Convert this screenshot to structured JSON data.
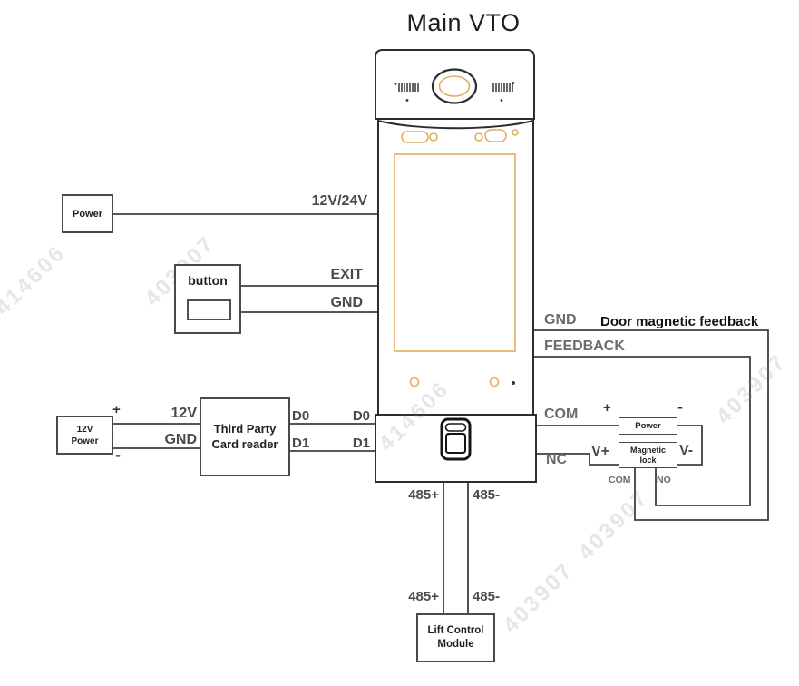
{
  "title": "Main VTO",
  "boxes": {
    "power_left": {
      "label": "Power"
    },
    "button": {
      "label": "button"
    },
    "power_12v": {
      "line1": "12V",
      "line2": "Power"
    },
    "card_reader": {
      "line1": "Third Party",
      "line2": "Card reader"
    },
    "power_right": {
      "label": "Power"
    },
    "magnetic_lock": {
      "line1": "Magnetic",
      "line2": "lock"
    },
    "lift_module": {
      "line1": "Lift Control",
      "line2": "Module"
    }
  },
  "wire_labels": {
    "power_in": "12V/24V",
    "exit": "EXIT",
    "gnd_button": "GND",
    "plus": "+",
    "minus": "-",
    "v12": "12V",
    "gnd_12v": "GND",
    "d0": "D0",
    "d1": "D1",
    "gnd_right": "GND",
    "door_feedback_title": "Door magnetic feedback",
    "feedback": "FEEDBACK",
    "com": "COM",
    "nc": "NC",
    "v_plus": "V+",
    "v_minus": "V-",
    "lock_com": "COM",
    "lock_no": "NO",
    "rs485_plus": "485+",
    "rs485_minus": "485-"
  },
  "icons": {
    "camera": "camera-lens-icon",
    "speaker": "speaker-grille-icon",
    "fingerprint": "fingerprint-scanner-icon",
    "screen": "display-screen"
  },
  "watermarks": {
    "a": "414606",
    "b": "403907"
  },
  "colors": {
    "wire": "#3f3f3f",
    "device_outline": "#2d2d2d",
    "accent_orange": "#e3ae5f",
    "label_gray": "#6b6b6b",
    "text_black": "#111111"
  }
}
